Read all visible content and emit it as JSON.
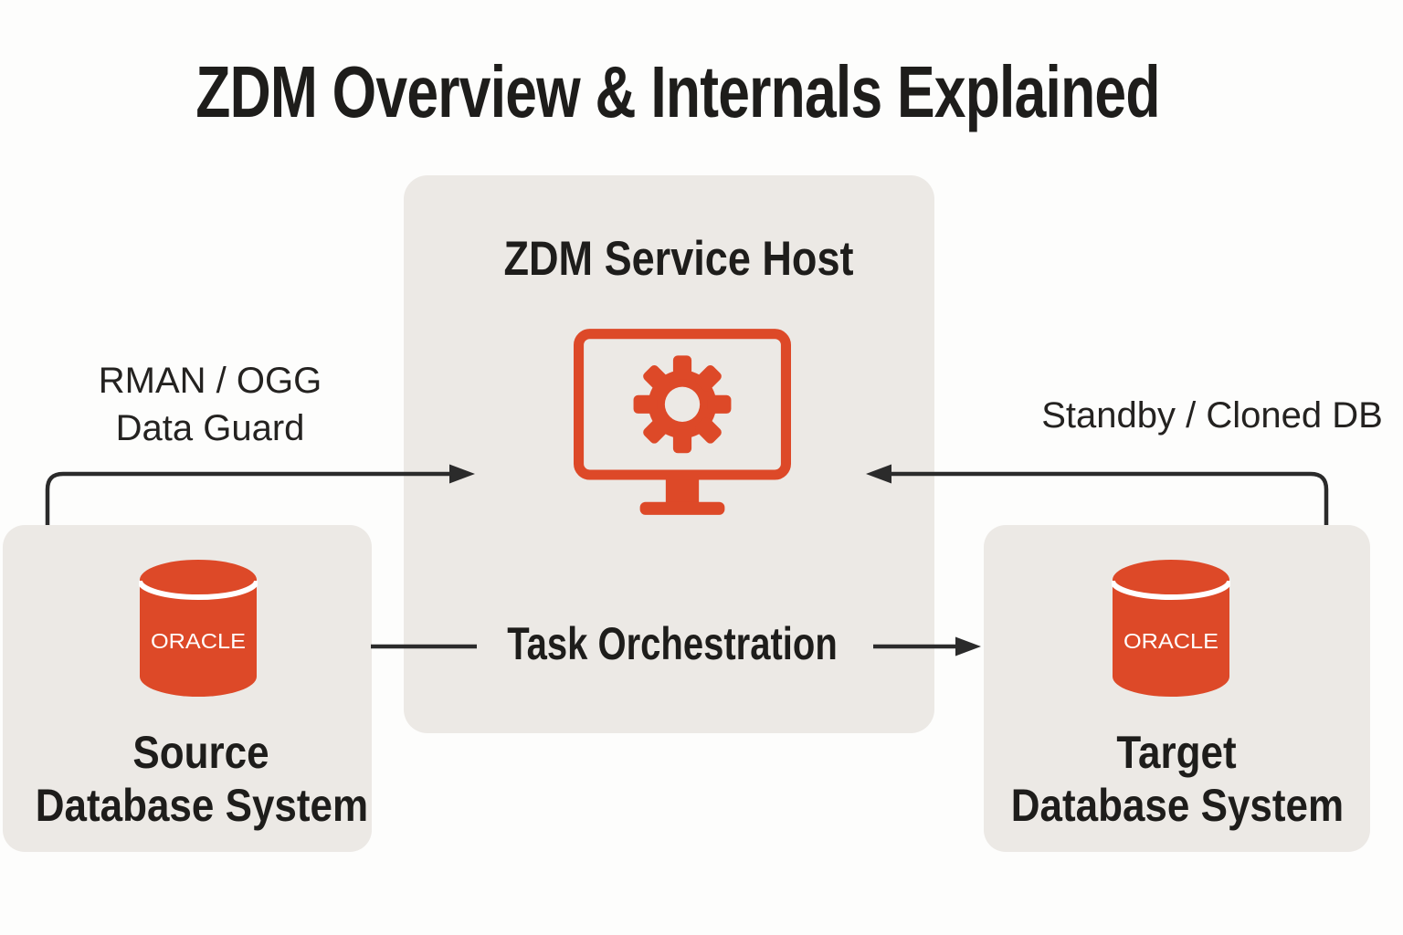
{
  "title": "ZDM Overview & Internals Explained",
  "center_box": {
    "label": "ZDM Service Host",
    "icon": "monitor-gear-icon"
  },
  "source_box": {
    "label_line1": "Source",
    "label_line2": "Database System",
    "logo": "ORACLE",
    "icon": "oracle-database-cylinder-icon"
  },
  "target_box": {
    "label_line1": "Target",
    "label_line2": "Database System",
    "logo": "ORACLE",
    "icon": "oracle-database-cylinder-icon"
  },
  "arrow_left": {
    "label_line1": "RMAN / OGG",
    "label_line2": "Data Guard"
  },
  "arrow_right": {
    "label": "Standby / Cloned DB"
  },
  "arrow_middle": {
    "label": "Task Orchestration"
  },
  "colors": {
    "accent_red": "#DD4928",
    "box_gray": "#ECE9E5",
    "text_color": "#1E1D1B",
    "arrow_color": "#2B2B2B",
    "background": "#FDFDFC"
  }
}
